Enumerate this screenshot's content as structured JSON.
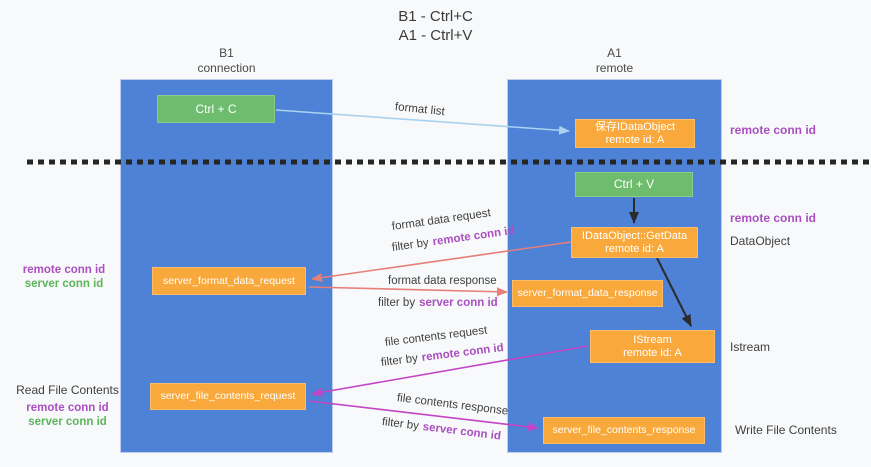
{
  "colors": {
    "bg": "#f8f9fa",
    "blue": "#4d82d6",
    "green": "#6ebd6e",
    "orange": "#f9a93c",
    "lightblue": "#a8d2f0",
    "red": "#e57f78",
    "magenta": "#c344c4",
    "arrowblack": "#2b2b2b",
    "purple": "#a94fc0",
    "textgreen": "#5bb55b",
    "dark": "#3a3a3a",
    "dash": "#262626"
  },
  "title": {
    "line1": "B1 - Ctrl+C",
    "line2": "A1 - Ctrl+V"
  },
  "columns": {
    "left": {
      "name": "B1",
      "role": "connection"
    },
    "right": {
      "name": "A1",
      "role": "remote"
    }
  },
  "nodes": {
    "ctrl_c": {
      "label": "Ctrl + C"
    },
    "ctrl_v": {
      "label": "Ctrl + V"
    },
    "save_idataobject": {
      "line1": "保存IDataObject",
      "line2": "remote id: A"
    },
    "getdata": {
      "line1": "IDataObject::GetData",
      "line2": "remote id: A"
    },
    "istream": {
      "line1": "IStream",
      "line2": "remote id: A"
    },
    "format_request": {
      "label": "server_format_data_request"
    },
    "format_response": {
      "label": "server_format_data_response"
    },
    "file_request": {
      "label": "server_file_contents_request"
    },
    "file_response": {
      "label": "server_file_contents_response"
    }
  },
  "flows": {
    "format_list": {
      "label": "format list"
    },
    "format_request": {
      "label": "format data request",
      "filter_prefix": "filter by",
      "filter_key": "remote conn id"
    },
    "format_response": {
      "label": "format data response",
      "filter_prefix": "filter by",
      "filter_key": "server conn id"
    },
    "file_request": {
      "label": "file contents request",
      "filter_prefix": "filter by",
      "filter_key": "remote conn id"
    },
    "file_response": {
      "label": "file contents response",
      "filter_prefix": "filter by",
      "filter_key": "server conn id"
    }
  },
  "side_labels": {
    "remote_conn_id_top": "remote conn id",
    "remote_conn_id_mid": "remote conn id",
    "dataobject": "DataObject",
    "istream": "Istream",
    "write_file_contents": "Write File Contents",
    "mid_remote_conn_id": "remote conn id",
    "mid_server_conn_id": "server conn id",
    "read_file_contents": "Read File Contents",
    "read_remote_conn_id": "remote conn id",
    "read_server_conn_id": "server conn id"
  }
}
